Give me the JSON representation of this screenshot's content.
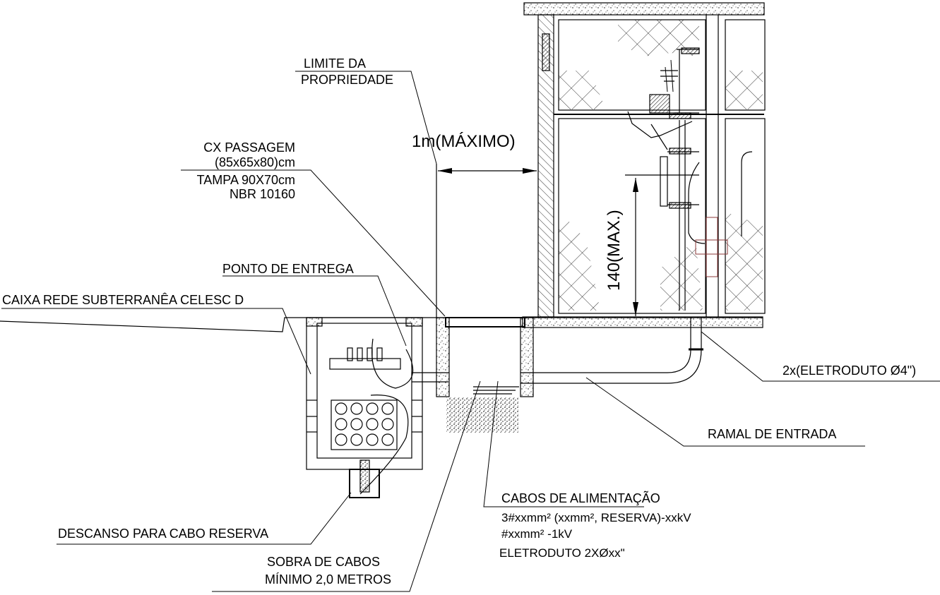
{
  "labels": {
    "property_limit": [
      "LIMITE DA",
      "PROPRIEDADE"
    ],
    "max_distance": "1m(MÁXIMO)",
    "passage_box": [
      "CX PASSAGEM",
      "(85x65x80)cm",
      "TAMPA 90X70cm",
      "NBR 10160"
    ],
    "delivery_point": "PONTO DE ENTREGA",
    "celesc_box": "CAIXA REDE SUBTERRANÊA CELESC D",
    "max_height": "140(MAX.)",
    "conduits": "2x(ELETRODUTO Ø4\")",
    "entry_branch": "RAMAL DE ENTRADA",
    "supply_cables": [
      "CABOS DE ALIMENTAÇÃO",
      "3#xxmm² (xxmm², RESERVA)-xxkV",
      "#xxmm² -1kV",
      "ELETRODUTO 2XØxx\""
    ],
    "reserve_rest": "DESCANSO PARA CABO RESERVA",
    "cable_slack": [
      "SOBRA DE CABOS",
      "MÍNIMO 2,0 METROS"
    ]
  },
  "colors": {
    "line": "#000000",
    "accent_red": "#8b3a3a",
    "concrete": "#444444"
  }
}
